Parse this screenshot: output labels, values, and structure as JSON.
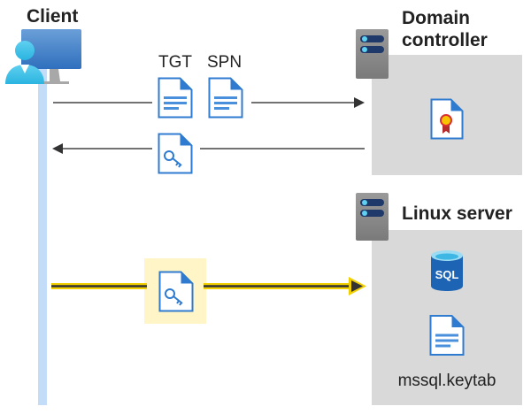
{
  "client": {
    "label": "Client"
  },
  "domain_controller": {
    "label_line1": "Domain",
    "label_line2": "controller"
  },
  "linux_server": {
    "label": "Linux server",
    "sql_label": "SQL",
    "keytab_label": "mssql.keytab"
  },
  "messages": {
    "tgt_label": "TGT",
    "spn_label": "SPN"
  },
  "colors": {
    "client_lifeline": "#c3dcf7",
    "server_box": "#d9d9d9",
    "highlight": "#fff5c6",
    "highlight_arrow": "#f2d000",
    "doc_blue": "#2f7bd0"
  }
}
